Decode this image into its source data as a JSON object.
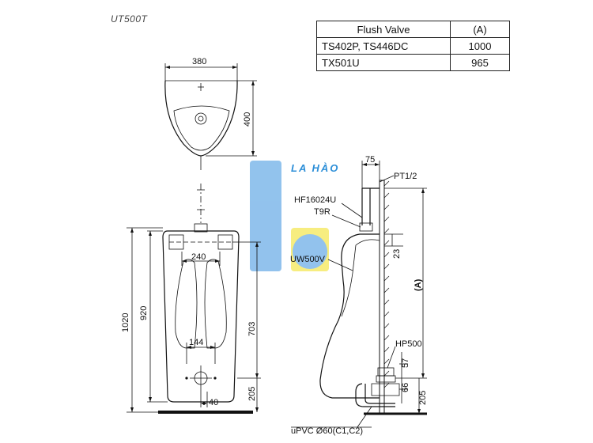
{
  "model": "UT500T",
  "watermark_text": "LA HÀO",
  "colors": {
    "watermark_blue": "#7fb8ea",
    "watermark_yellow": "#f6ea6a",
    "line": "#111111"
  },
  "table": {
    "headers": [
      "Flush Valve",
      "(A)"
    ],
    "rows": [
      [
        "TS402P, TS446DC",
        "1000"
      ],
      [
        "TX501U",
        "965"
      ]
    ]
  },
  "top_view": {
    "width_label": "380",
    "depth_label": "400"
  },
  "front_view": {
    "total_height": "1020",
    "body_height": "920",
    "inlet_spacing": "240",
    "outlet_spacing": "144",
    "bracket_height": "703",
    "floor_to_outlet": "205",
    "outlet_offset": "40"
  },
  "side_view": {
    "offset_top": "75",
    "pipe_thread": "PT1/2",
    "part_hf": "HF16024U",
    "part_t9r": "T9R",
    "part_uw": "UW500V",
    "dim_23": "23",
    "dim_a": "(A)",
    "part_hp": "HP500",
    "dim_57": "57",
    "dim_66": "66",
    "dim_205": "205",
    "drain": "uPVC Ø60(C1,C2)"
  }
}
